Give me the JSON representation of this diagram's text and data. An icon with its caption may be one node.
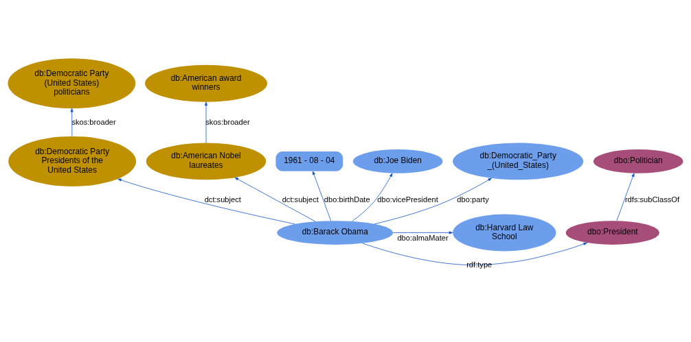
{
  "diagram": {
    "nodes": [
      {
        "text": [
          "db:Democratic Party (United States) politicians"
        ]
      },
      {
        "text": [
          "db:American award winners"
        ]
      },
      {
        "text": [
          "dbo:Politician"
        ]
      },
      {
        "text": [
          "db:Democratic Party Presidents of the United States"
        ]
      },
      {
        "text": [
          "db:American Nobel laureates"
        ]
      },
      {
        "text": [
          "dbo:President"
        ]
      },
      {
        "text": [
          "db:Barack Obama"
        ]
      },
      {
        "text": [
          "db:Harvard Law School"
        ]
      },
      {
        "text": [
          "1961 - 08 - 04"
        ]
      },
      {
        "text": [
          "db:Joe Biden"
        ]
      },
      {
        "text": [
          "db:Democratic_Party _(United_States)"
        ]
      }
    ],
    "edges": [
      {
        "from": 3,
        "to": 0,
        "arrow": "to",
        "label": "skos:broader"
      },
      {
        "from": 4,
        "to": 1,
        "arrow": "to",
        "label": "skos:broader"
      },
      {
        "from": 5,
        "to": 2,
        "arrow": "to",
        "label": "rdfs:subClassOf"
      },
      {
        "from": 6,
        "to": 3,
        "arrow": "to",
        "label": "dct:subject"
      },
      {
        "from": 6,
        "to": 4,
        "arrow": "to",
        "label": "dct:subject"
      },
      {
        "from": 6,
        "to": 5,
        "arrow": "to",
        "label": "rdf:type"
      },
      {
        "from": 6,
        "to": 7,
        "arrow": "to",
        "label": "dbo:almaMater"
      },
      {
        "from": 6,
        "to": 8,
        "arrow": "to",
        "label": "dbo:birthDate"
      },
      {
        "from": 6,
        "to": 10,
        "arrow": "to",
        "label": "dbo:party"
      },
      {
        "from": 6,
        "to": 9,
        "arrow": "to",
        "label": "dbo:vicePresident"
      }
    ]
  }
}
